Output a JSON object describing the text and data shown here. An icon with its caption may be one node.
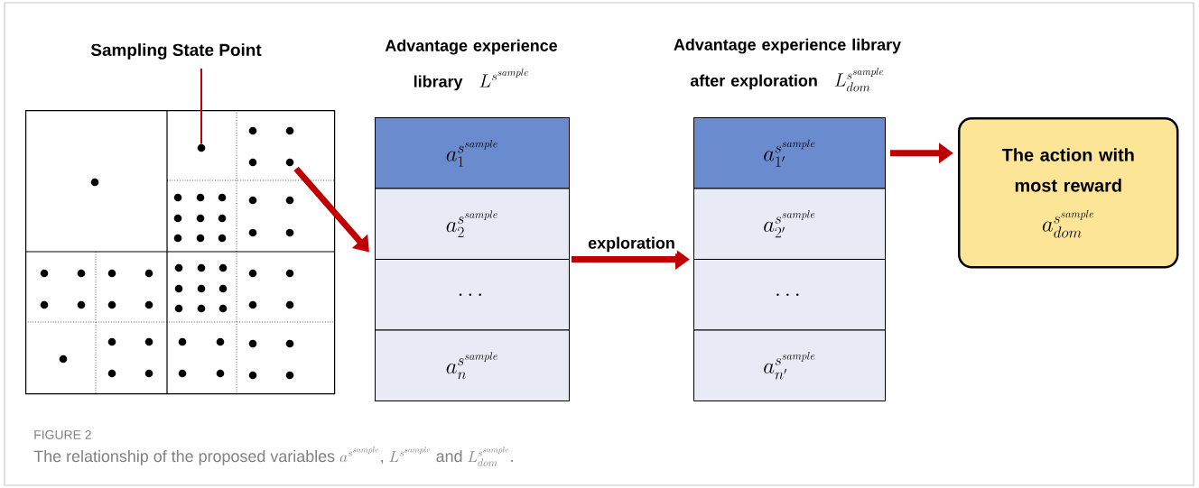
{
  "diagram": {
    "caption": "\\text{The relationship of the proposed variables }a^{s^{sample}}\\text{, }L^{s^{sample}}\\text{ and }L_{dom}^{s^{sample}}\\text{.}",
    "nodes": [
      {
        "text": [
          "Sampling State Point"
        ]
      },
      {
        "text": [],
        "shape": "picture"
      },
      {
        "text": [],
        "shape": "circle",
        "in": 1
      },
      {
        "text": [],
        "shape": "circle",
        "in": 1
      },
      {
        "text": [
          "Advantage experience library",
          "L^{s^{sample}}"
        ]
      },
      {
        "text": [
          "a_{1}^{s^{sample}}"
        ],
        "in": 4
      },
      {
        "text": [
          "a_{2}^{s^{sample}}"
        ],
        "in": 4
      },
      {
        "text": [
          "\\dots"
        ],
        "in": 4
      },
      {
        "text": [
          "a_{n}^{s^{sample}}"
        ],
        "in": 4
      },
      {
        "text": [
          "Advantage experience library after exploration",
          "L_{dom}^{s^{sample}}"
        ]
      },
      {
        "text": [
          "a_{1'}^{s^{sample}}"
        ],
        "in": 9
      },
      {
        "text": [
          "a_{2'}^{s^{sample}}"
        ],
        "in": 9
      },
      {
        "text": [
          "\\dots"
        ],
        "in": 9
      },
      {
        "text": [
          "a_{n'}^{s^{sample}}"
        ],
        "in": 9
      },
      {
        "text": [
          "The action with most reward",
          "a_{dom}^{s^{sample}}"
        ]
      }
    ],
    "edges": [
      {
        "from": 0,
        "to": 2,
        "arrow": "none"
      },
      {
        "from": 3,
        "to": 4,
        "arrow": "to"
      },
      {
        "from": 4,
        "to": 9,
        "arrow": "to",
        "label": "exploration"
      },
      {
        "from": 10,
        "to": 14,
        "arrow": "to"
      }
    ],
    "labels": [
      "FIGURE 2"
    ]
  }
}
